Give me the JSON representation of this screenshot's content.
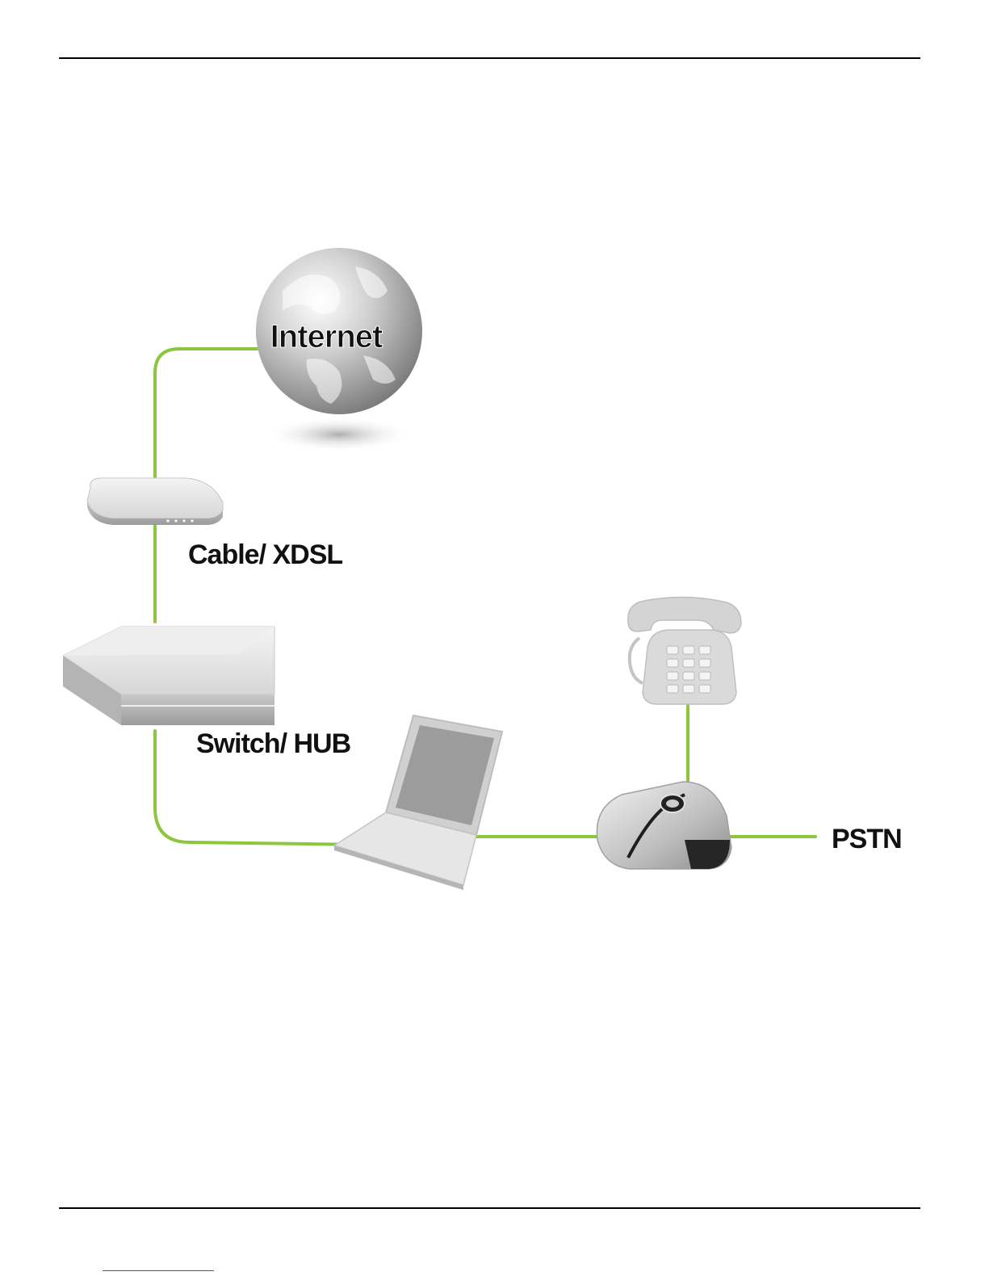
{
  "diagram": {
    "nodes": {
      "internet": {
        "label": "Internet"
      },
      "modem": {
        "label": "Cable/ XDSL"
      },
      "switch": {
        "label": "Switch/ HUB"
      },
      "laptop": {
        "label": ""
      },
      "voip_adapter": {
        "label": ""
      },
      "telephone": {
        "label": ""
      },
      "pstn": {
        "label": "PSTN"
      }
    },
    "edges": [
      {
        "from": "internet",
        "to": "modem"
      },
      {
        "from": "modem",
        "to": "switch"
      },
      {
        "from": "switch",
        "to": "laptop"
      },
      {
        "from": "laptop",
        "to": "voip_adapter"
      },
      {
        "from": "telephone",
        "to": "voip_adapter"
      },
      {
        "from": "voip_adapter",
        "to": "pstn"
      }
    ],
    "colors": {
      "link": "#8cc63f",
      "device": "#d9d9d9",
      "device_dark": "#a8a8a8"
    }
  }
}
